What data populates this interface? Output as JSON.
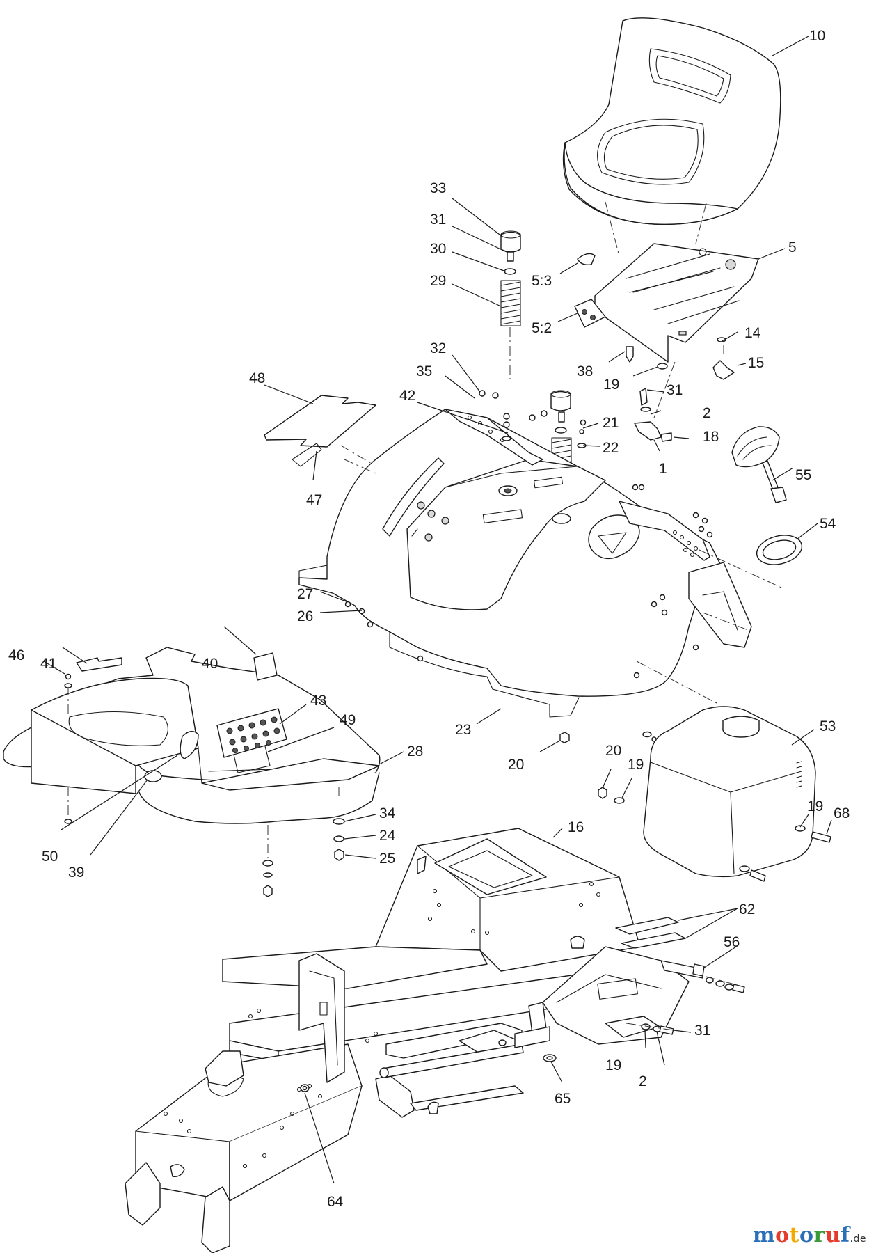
{
  "labels": {
    "l10": "10",
    "l5": "5",
    "l5_3": "5:3",
    "l5_2": "5:2",
    "l14": "14",
    "l15": "15",
    "l38": "38",
    "l19a": "19",
    "l31a": "31",
    "l2a": "2",
    "l18": "18",
    "l1": "1",
    "l33": "33",
    "l31b": "31",
    "l30": "30",
    "l29": "29",
    "l32": "32",
    "l35": "35",
    "l42": "42",
    "l21": "21",
    "l22": "22",
    "l48": "48",
    "l47": "47",
    "l55": "55",
    "l54": "54",
    "l27": "27",
    "l26": "26",
    "l23": "23",
    "l20a": "20",
    "l41": "41",
    "l46": "46",
    "l40": "40",
    "l43": "43",
    "l49": "49",
    "l28": "28",
    "l50": "50",
    "l39": "39",
    "l34": "34",
    "l24": "24",
    "l25": "25",
    "l16": "16",
    "l53": "53",
    "l20b": "20",
    "l19b": "19",
    "l19c": "19",
    "l68": "68",
    "l62": "62",
    "l56": "56",
    "l31c": "31",
    "l19d": "19",
    "l2b": "2",
    "l65": "65",
    "l64": "64"
  },
  "watermark": {
    "letters": [
      "m",
      "o",
      "t",
      "o",
      "r",
      "u",
      "f"
    ],
    "colors": [
      "#2a6fb5",
      "#e43b2c",
      "#f2a900",
      "#2a6fb5",
      "#3a9a3a",
      "#e43b2c",
      "#2a6fb5"
    ],
    "tld": ".de"
  }
}
